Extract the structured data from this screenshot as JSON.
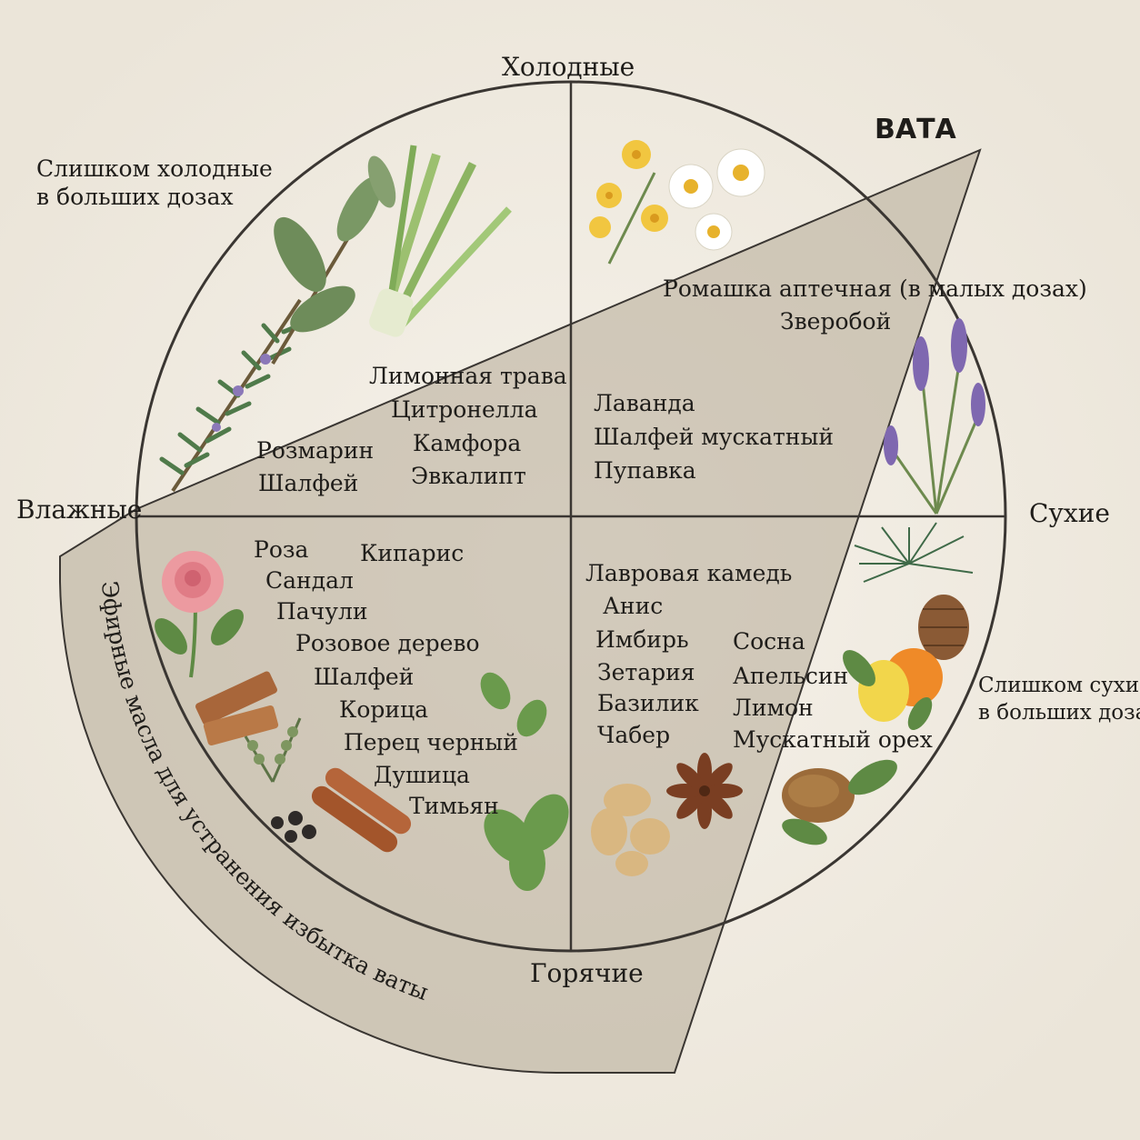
{
  "axes": {
    "top": "Холодные",
    "bottom": "Горячие",
    "left": "Влажные",
    "right": "Сухие"
  },
  "dosha": "ВАТА",
  "caution": {
    "cold_line1": "Слишком холодные",
    "cold_line2": "в больших дозах",
    "dry_line1": "Слишком сухие",
    "dry_line2": "в больших дозах"
  },
  "band_caption": "Эфирные масла для устранения избытка ваты",
  "oils": {
    "outside_top_right": [
      "Ромашка аптечная (в малых дозах)",
      "Зверобой"
    ],
    "cold_moist_a": [
      "Розмарин",
      "Шалфей"
    ],
    "cold_moist_b": [
      "Лимонная трава",
      "Цитронелла",
      "Камфора",
      "Эвкалипт"
    ],
    "cold_dry": [
      "Лаванда",
      "Шалфей мускатный",
      "Пупавка"
    ],
    "hot_moist_a": [
      "Роза",
      "Сандал",
      "Пачули",
      "Розовое дерево",
      "Шалфей",
      "Корица",
      "Перец черный",
      "Душица",
      "Тимьян"
    ],
    "hot_moist_b": [
      "Кипарис"
    ],
    "hot_dry_a": [
      "Лавровая камедь",
      "Анис",
      "Имбирь",
      "Зетария",
      "Базилик",
      "Чабер"
    ],
    "hot_dry_b": [
      "Сосна",
      "Апельсин",
      "Лимон",
      "Мускатный орех"
    ]
  },
  "illustrations": [
    "rosemary",
    "bay-leaf",
    "lemongrass",
    "st-johns-wort",
    "chamomile",
    "lavender",
    "pine-cone",
    "orange",
    "lemon",
    "nutmeg",
    "rose",
    "sandalwood",
    "cinnamon",
    "black-pepper",
    "thyme",
    "basil",
    "ginger",
    "star-anise"
  ],
  "colors": {
    "background": "#f3efe6",
    "zone_fill": "#b5a995",
    "outline": "#3a3632"
  }
}
